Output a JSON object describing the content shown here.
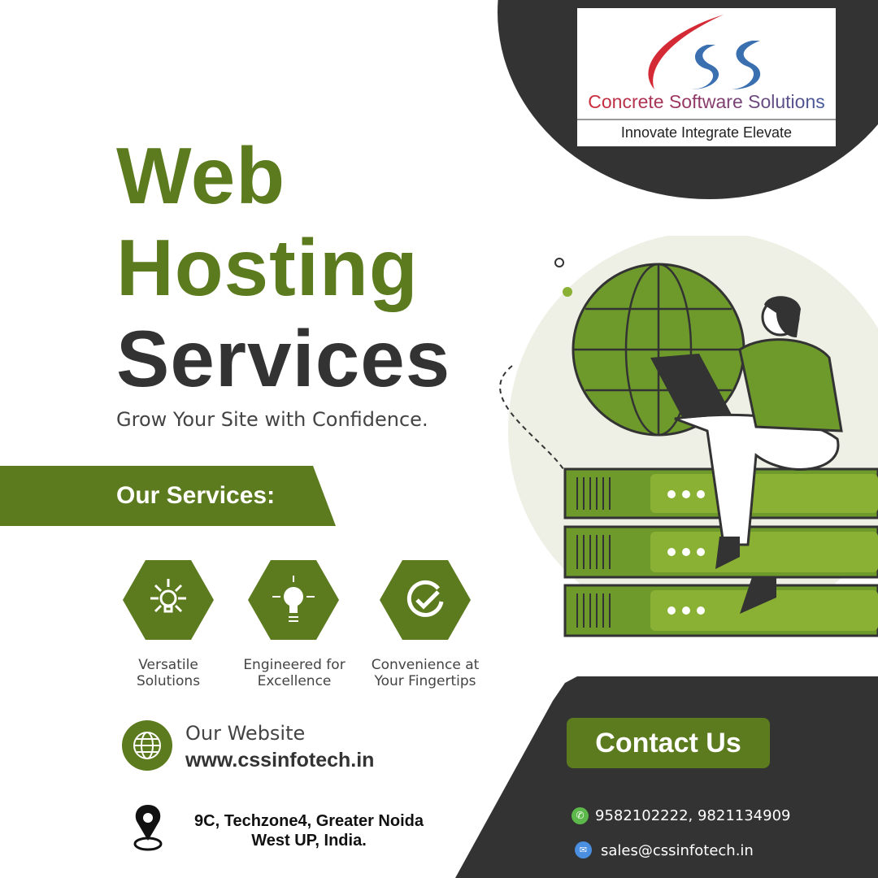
{
  "brand": {
    "name": "Concrete Software Solutions",
    "tagline": "Innovate Integrate Elevate"
  },
  "hero": {
    "line1": "Web",
    "line2": "Hosting",
    "line3": "Services",
    "subtitle": "Grow Your Site with Confidence."
  },
  "services": {
    "heading": "Our Services:",
    "items": [
      {
        "line1": "Versatile",
        "line2": "Solutions",
        "icon": "lightbulb-arrows-icon"
      },
      {
        "line1": "Engineered for",
        "line2": "Excellence",
        "icon": "engineer-bulb-icon"
      },
      {
        "line1": "Convenience at",
        "line2": "Your Fingertips",
        "icon": "check-cycle-icon"
      }
    ]
  },
  "website": {
    "label": "Our Website",
    "url": "www.cssinfotech.in"
  },
  "address": {
    "line1": "9C, Techzone4, Greater Noida",
    "line2": "West UP, India."
  },
  "contact": {
    "button": "Contact Us",
    "phones": "9582102222, 9821134909",
    "email": "sales@cssinfotech.in"
  },
  "colors": {
    "green": "#5c7a1e",
    "dark": "#333333",
    "lightgreen": "#8ab133"
  }
}
